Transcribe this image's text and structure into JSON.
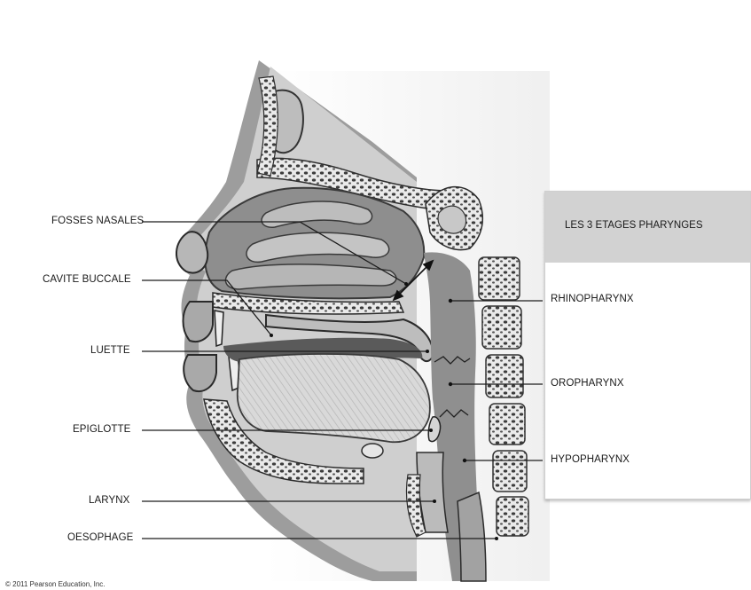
{
  "left_labels": [
    {
      "id": "fosses",
      "text": "FOSSES NASALES"
    },
    {
      "id": "cavite",
      "text": "CAVITE BUCCALE"
    },
    {
      "id": "luette",
      "text": "LUETTE"
    },
    {
      "id": "epiglotte",
      "text": "EPIGLOTTE"
    },
    {
      "id": "larynx",
      "text": "LARYNX"
    },
    {
      "id": "oesophage",
      "text": "OESOPHAGE"
    }
  ],
  "panel": {
    "title": "LES 3 ETAGES PHARYNGES",
    "levels": [
      "RHINOPHARYNX",
      "OROPHARYNX",
      "HYPOPHARYNX"
    ]
  },
  "copyright": "© 2011 Pearson Education, Inc."
}
